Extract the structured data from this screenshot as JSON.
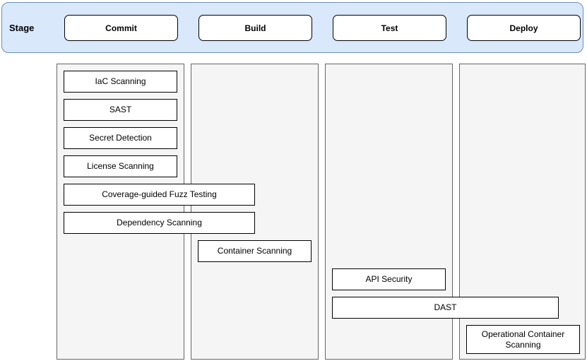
{
  "banner": {
    "label": "Stage"
  },
  "stages": [
    {
      "label": "Commit"
    },
    {
      "label": "Build"
    },
    {
      "label": "Test"
    },
    {
      "label": "Deploy"
    }
  ],
  "tasks": [
    {
      "label": "IaC Scanning",
      "stages": [
        "Commit"
      ]
    },
    {
      "label": "SAST",
      "stages": [
        "Commit"
      ]
    },
    {
      "label": "Secret Detection",
      "stages": [
        "Commit"
      ]
    },
    {
      "label": "License Scanning",
      "stages": [
        "Commit"
      ]
    },
    {
      "label": "Coverage-guided Fuzz Testing",
      "stages": [
        "Commit",
        "Build"
      ]
    },
    {
      "label": "Dependency Scanning",
      "stages": [
        "Commit",
        "Build"
      ]
    },
    {
      "label": "Container Scanning",
      "stages": [
        "Build"
      ]
    },
    {
      "label": "API Security",
      "stages": [
        "Test"
      ]
    },
    {
      "label": "DAST",
      "stages": [
        "Test",
        "Deploy"
      ]
    },
    {
      "label": "Operational Container Scanning",
      "stages": [
        "Deploy"
      ]
    }
  ],
  "colors": {
    "banner_fill": "#dae8fc",
    "banner_border": "#6c8ebf",
    "column_fill": "#f5f5f5",
    "column_border": "#666666",
    "box_fill": "#ffffff",
    "box_border": "#000000",
    "text": "#000000"
  }
}
